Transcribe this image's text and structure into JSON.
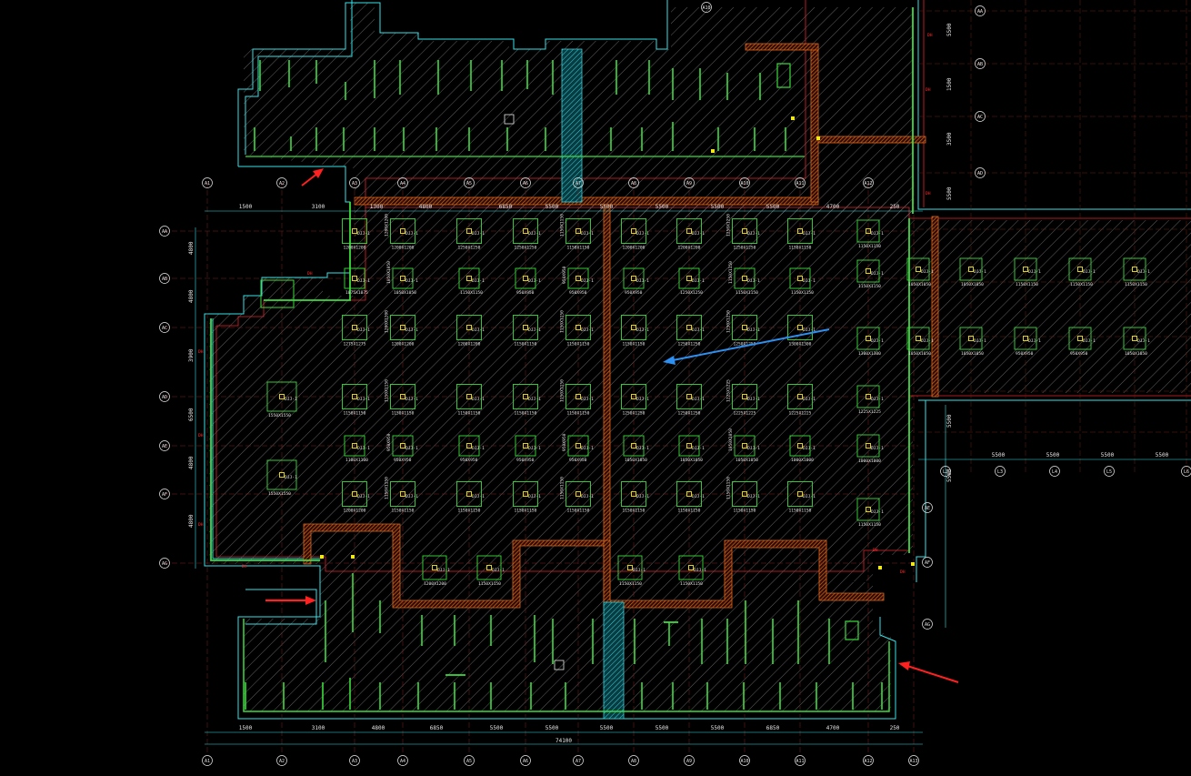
{
  "colors": {
    "background": "#000000",
    "hatch": "#8a8a8a",
    "boundary": "#34e0e6",
    "wall_green": "#3bdc3b",
    "axis_red": "#e0242b",
    "band_orange": "#e2641e",
    "ramp_cyan": "#2fd6e0",
    "arrow_red": "#ff2020",
    "arrow_blue": "#2d8ff0",
    "column_yellow": "#f2ea16",
    "dim_text": "#e6e6e6"
  },
  "axes": {
    "top_row": [
      "A1",
      "A2",
      "A3",
      "A4",
      "A5",
      "A6",
      "A7",
      "A8",
      "A9",
      "A10",
      "A11",
      "A12"
    ],
    "bottom_row": [
      "A1",
      "A2",
      "A3",
      "A4",
      "A5",
      "A6",
      "A7",
      "A8",
      "A9",
      "A10",
      "A11",
      "A12",
      "A13"
    ],
    "left_col": [
      "AA",
      "AB",
      "AC",
      "AD",
      "AE",
      "AF",
      "AG"
    ],
    "right_col_upper": [
      "AA",
      "AB",
      "AC",
      "AD"
    ],
    "right_col_lower": [
      "AE",
      "AF",
      "AG"
    ],
    "right_bottom_row": [
      "L2",
      "L3",
      "L4",
      "L5",
      "L6"
    ]
  },
  "dimensions": {
    "top": [
      "1500",
      "3100",
      "1300",
      "4800",
      "6850",
      "5500",
      "5500",
      "5500",
      "5500",
      "5500",
      "4700",
      "250"
    ],
    "bottom": [
      "1500",
      "3100",
      "4800",
      "6850",
      "5500",
      "5500",
      "5500",
      "5500",
      "5500",
      "6850",
      "4700",
      "250"
    ],
    "bottom_total": "74100",
    "right_bottom": [
      "5500",
      "5500",
      "5500",
      "5500"
    ],
    "left_side": [
      "4800",
      "4800",
      "3900",
      "6500",
      "4800",
      "4800"
    ],
    "right_side": [
      "5500",
      "1500",
      "3500",
      "5500",
      "5500",
      "5500"
    ]
  },
  "footings": {
    "rows": [
      [
        "1200X1200",
        "1200X1200",
        "1250X1250",
        "1250X1250",
        "1150X1150",
        "1200X1200",
        "1200X1200",
        "1250X1250",
        "1150X1150"
      ],
      [
        "1075X1075",
        "1050X1050",
        "1150X1150",
        "950X950",
        "950X950",
        "950X950",
        "1250X1250",
        "1150X1150",
        "1150X1150"
      ],
      [
        "1275X1275",
        "1200X1200",
        "1200X1200",
        "1150X1150",
        "1150X1150",
        "1150X1150",
        "1250X1250",
        "1250X1250",
        "1300X1300"
      ],
      [
        "1150X1150",
        "1150X1150",
        "1150X1150",
        "1150X1150",
        "1150X1150",
        "1250X1250",
        "1250X1250",
        "1225X1225",
        "1225X1225"
      ],
      [
        "1100X1100",
        "950X950",
        "950X950",
        "950X950",
        "950X950",
        "1050X1050",
        "1050X1050",
        "1050X1050",
        "1000X1000"
      ],
      [
        "1200X1200",
        "1150X1150",
        "1150X1150",
        "1150X1150",
        "1150X1150",
        "1150X1150",
        "1150X1150",
        "1150X1150",
        "1150X1150"
      ]
    ],
    "right_rows": [
      [
        "1050X1050",
        "1050X1050",
        "1150X1150",
        "1150X1150",
        "1150X1150"
      ],
      [
        "1050X1050",
        "1050X1050",
        "950X950",
        "950X950",
        "1050X1050"
      ]
    ],
    "left_large": [
      "1550X1550",
      "1550X1550"
    ],
    "sub_label": "DJJ-1",
    "red_label": "DH"
  }
}
